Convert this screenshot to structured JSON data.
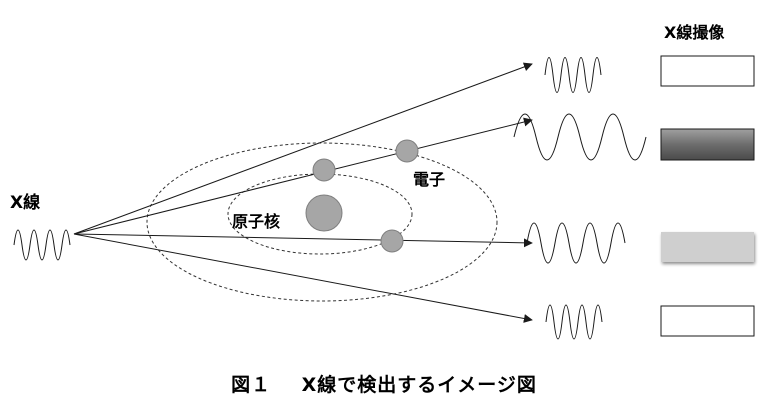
{
  "labels": {
    "xray": "X線",
    "nucleus": "原子核",
    "electron": "電子",
    "imaging": "X線撮像"
  },
  "caption": {
    "number": "図１",
    "text": "X線で検出するイメージ図"
  },
  "colors": {
    "line": "#1a1a1a",
    "atom_fill": "#a6a6a6",
    "atom_stroke": "#7f7f7f",
    "orbit": "#333333",
    "image_dark": "#6d6d6d",
    "image_light": "#cfcfcf",
    "image_blank": "#ffffff"
  }
}
